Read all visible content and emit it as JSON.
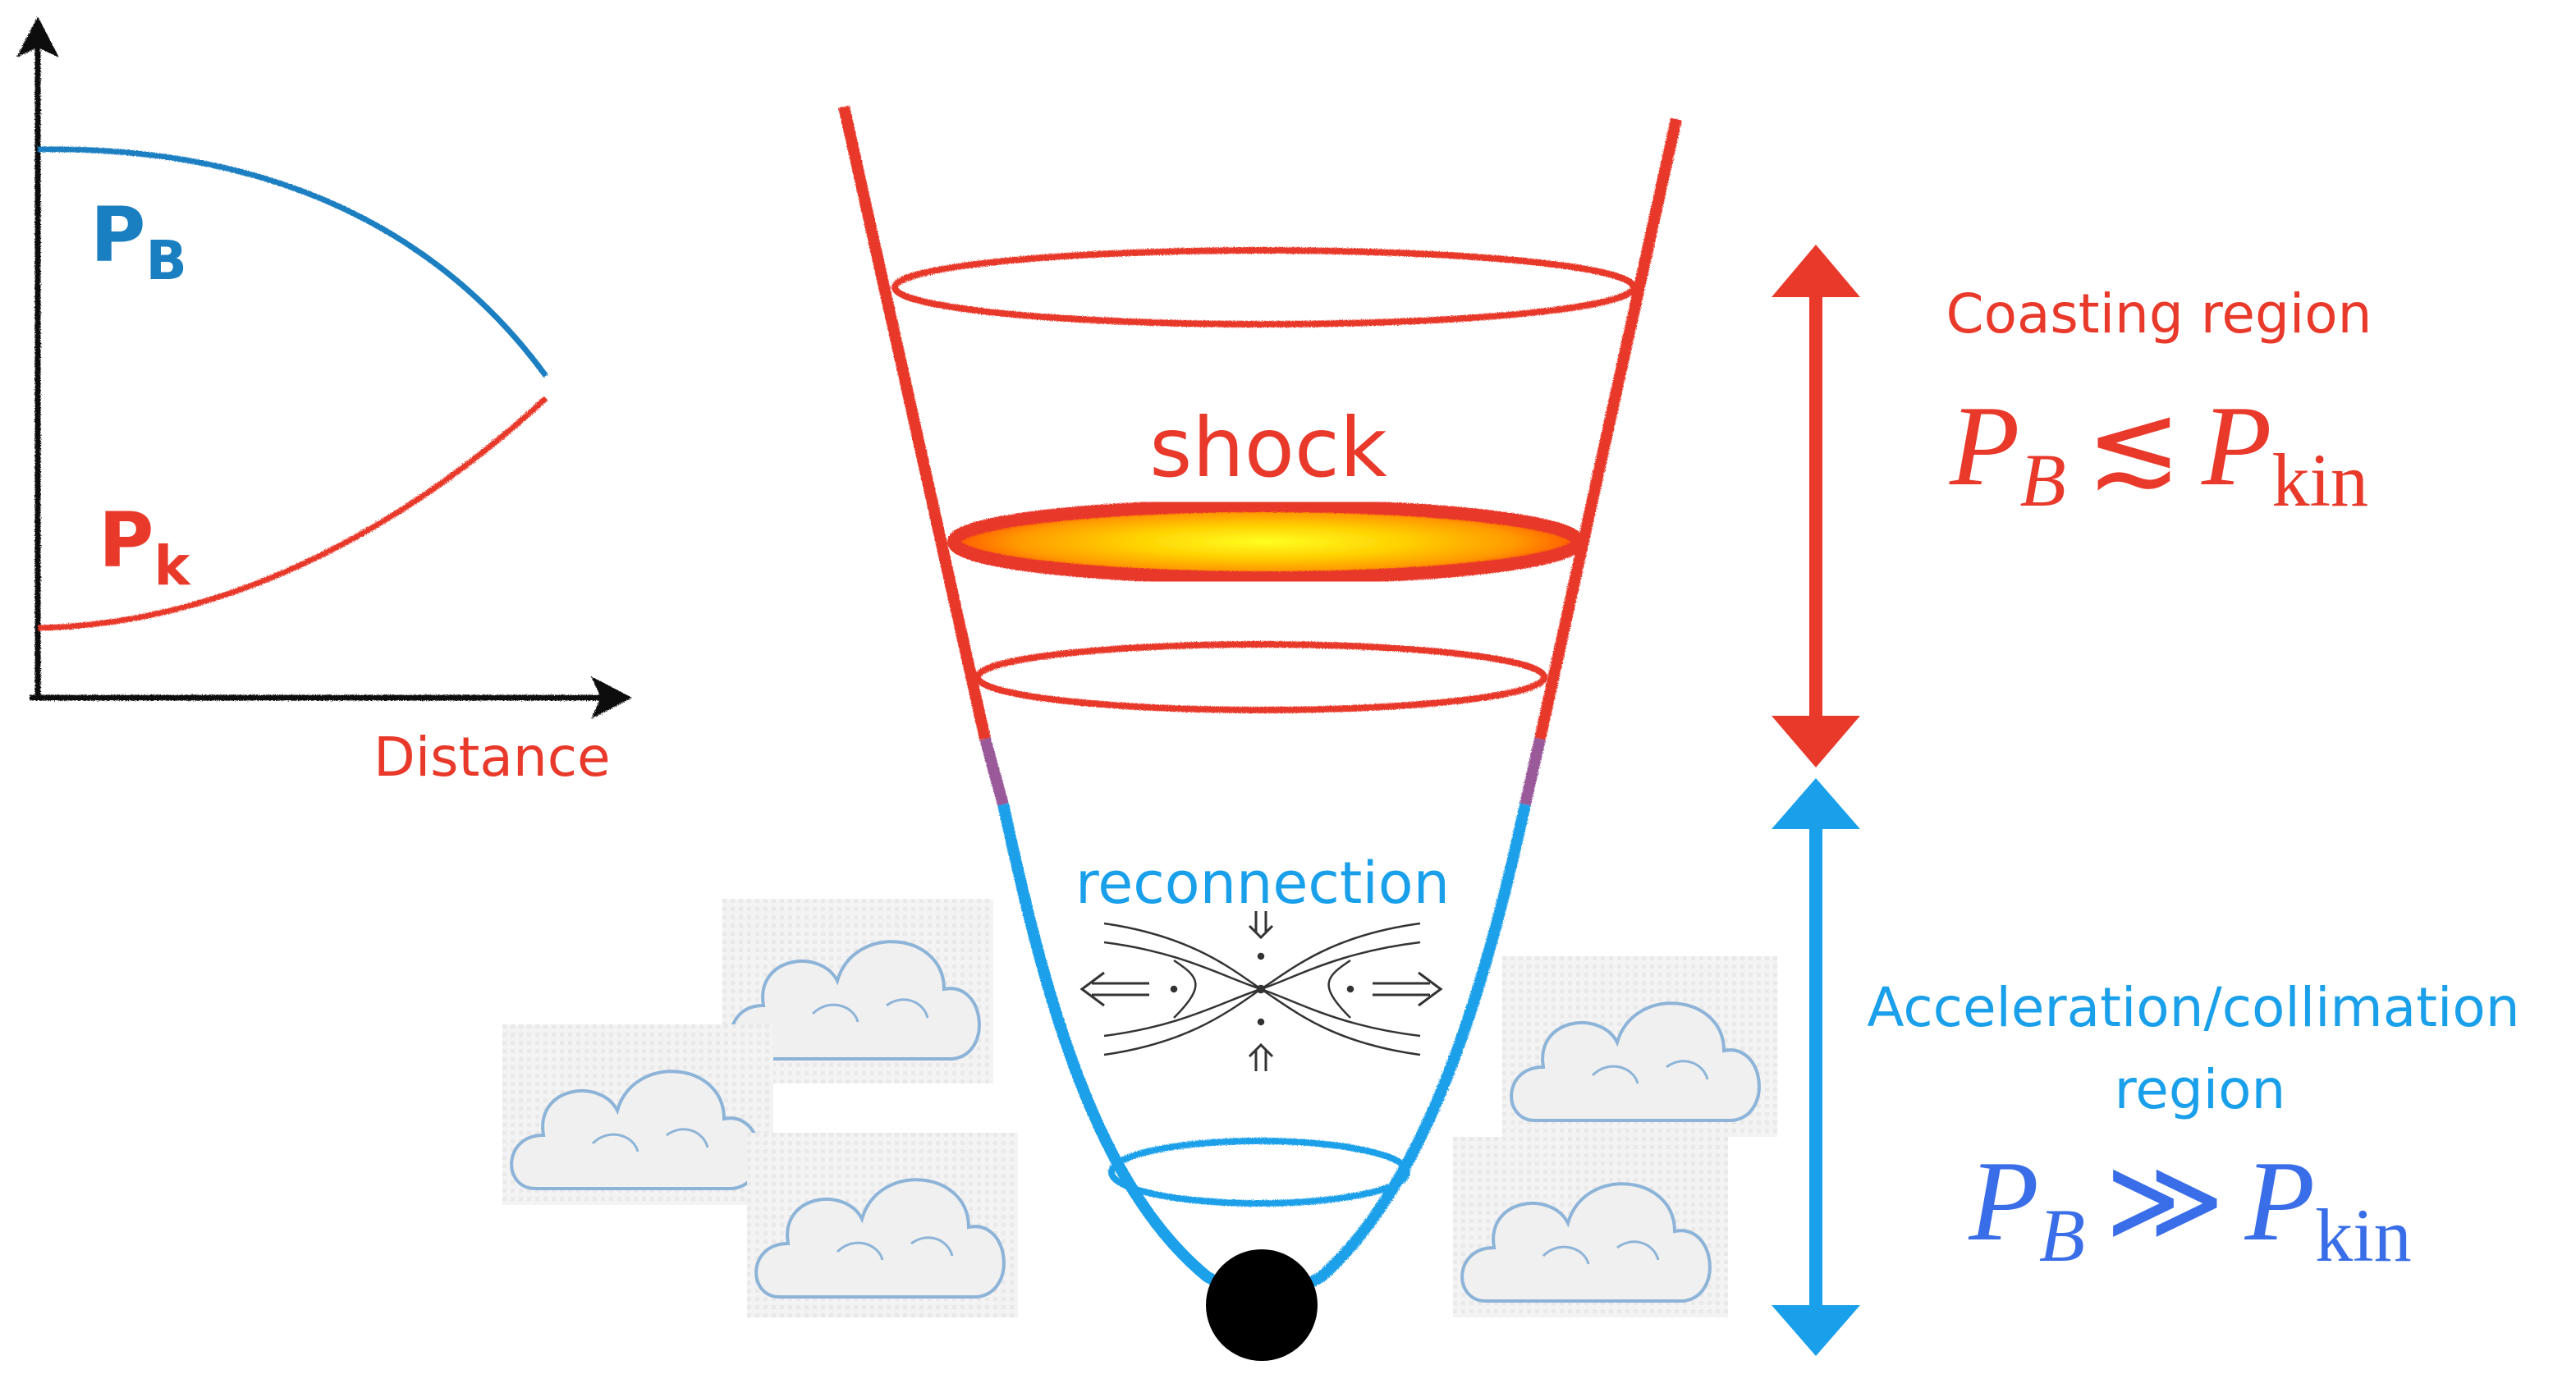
{
  "inset_plot": {
    "curve_top_label": "P",
    "curve_top_sub": "B",
    "curve_bottom_label": "P",
    "curve_bottom_sub": "k",
    "xlabel": "Distance",
    "color_top": "#1a7fc1",
    "color_bottom": "#e8392a"
  },
  "jet": {
    "shock_label": "shock",
    "reconnection_label": "reconnection",
    "color_outer": "#e8392a",
    "color_inner": "#1aa0ea",
    "black_hole_color": "#000000"
  },
  "regions": {
    "coasting": {
      "title": "Coasting region",
      "relation": {
        "lhs": "P",
        "lhs_sub": "B",
        "op": "≲",
        "rhs": "P",
        "rhs_sub": "kin"
      },
      "color": "#e8392a"
    },
    "acceleration": {
      "title_line1": "Acceleration/collimation",
      "title_line2": "region",
      "relation": {
        "lhs": "P",
        "lhs_sub": "B",
        "op": "≫",
        "rhs": "P",
        "rhs_sub": "kin"
      },
      "color": "#1aa0ea",
      "relation_color": "#3a6ee8"
    }
  },
  "icons": [
    "cloud-icon",
    "black-hole-icon",
    "reconnection-icon"
  ]
}
